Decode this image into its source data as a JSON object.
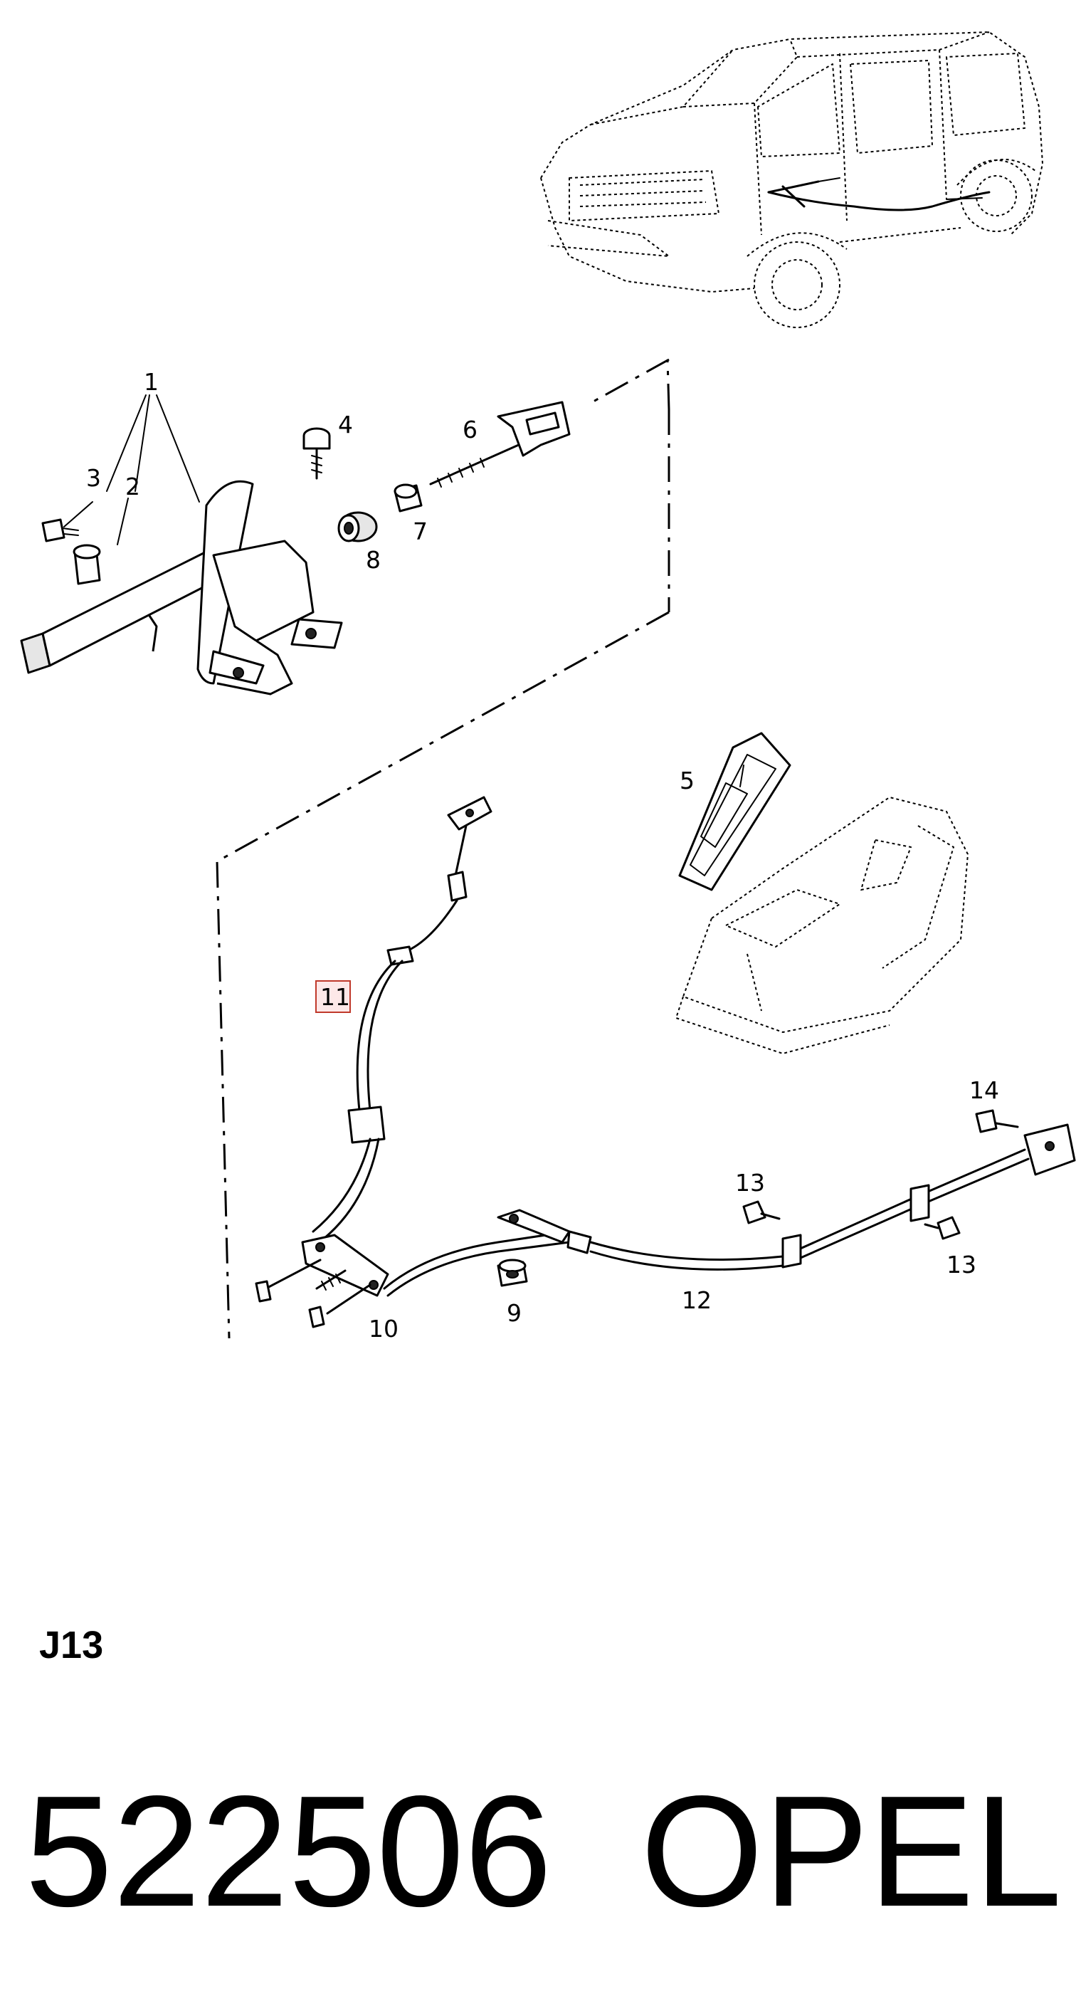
{
  "diagram": {
    "callouts": {
      "c1": "1",
      "c2": "2",
      "c3": "3",
      "c4": "4",
      "c5": "5",
      "c6": "6",
      "c7": "7",
      "c8": "8",
      "c9": "9",
      "c10": "10",
      "c11": "11",
      "c12": "12",
      "c13a": "13",
      "c13b": "13",
      "c14": "14"
    },
    "highlighted_callout": "11",
    "highlight_color": "#c0392b"
  },
  "footer": {
    "section_code": "J13",
    "part_number": "522506",
    "brand": "OPEL"
  }
}
